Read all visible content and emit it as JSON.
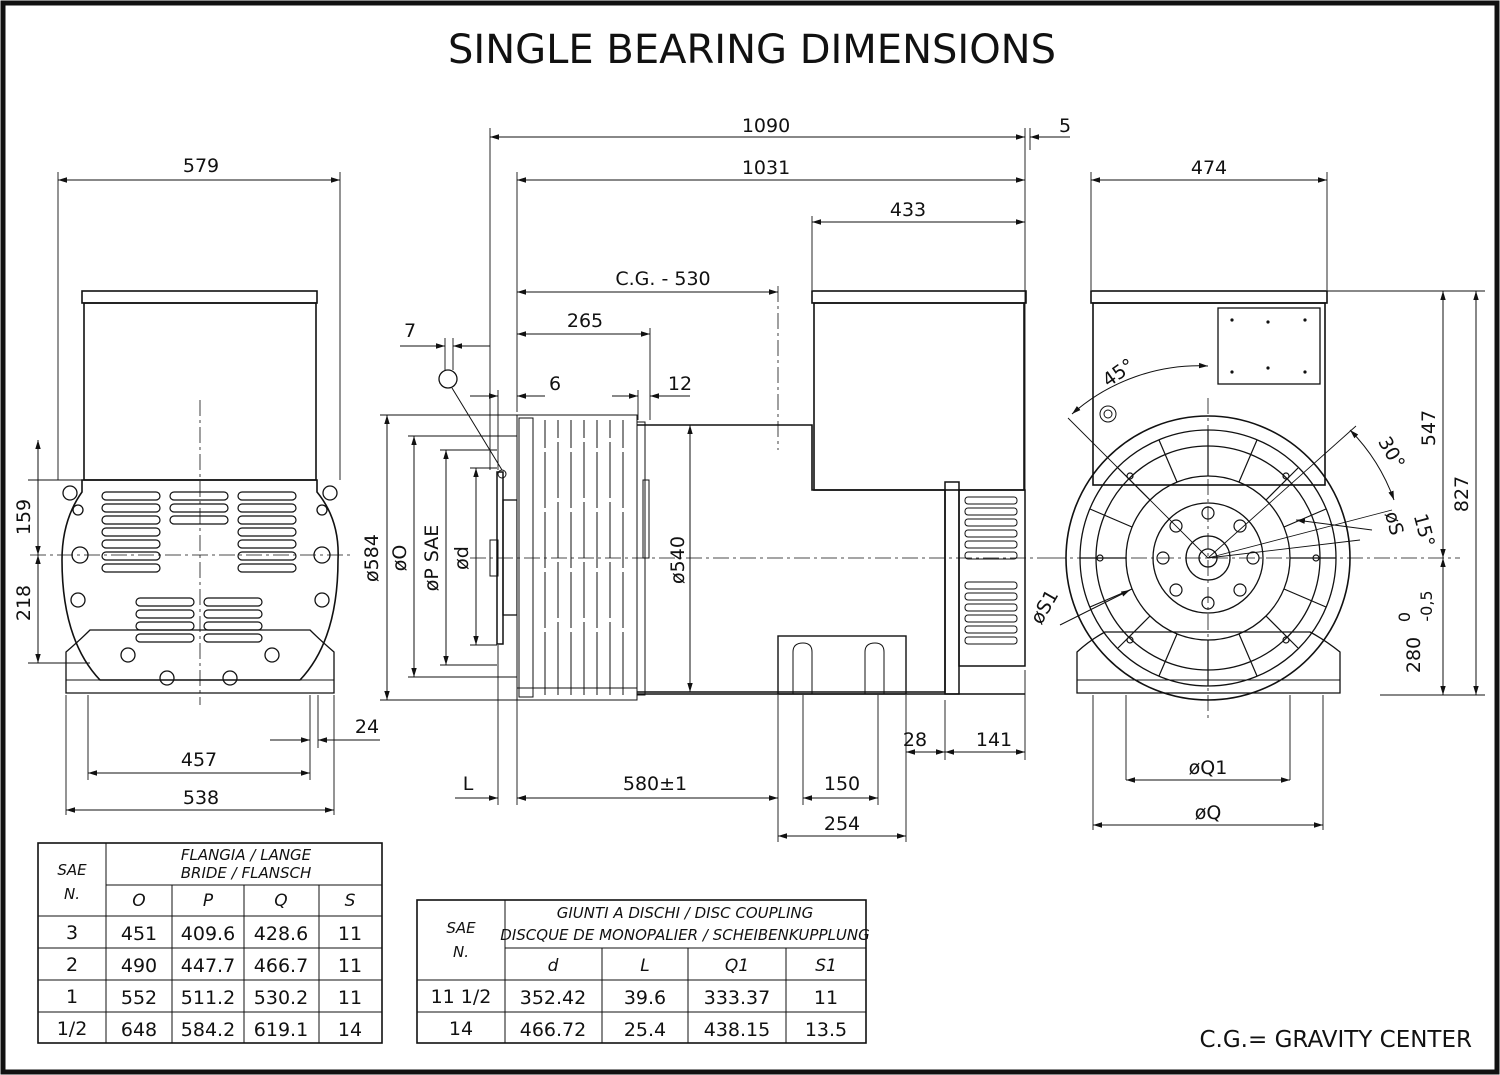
{
  "title": "SINGLE BEARING DIMENSIONS",
  "footnote": "C.G.= GRAVITY CENTER",
  "dimensions": {
    "left_view": {
      "width": "579",
      "upper": "159",
      "lower": "218",
      "foot_span": "457",
      "base_width": "538",
      "foot_hole": "24"
    },
    "side_view": {
      "overall": "1090",
      "end_offset": "5",
      "body_length": "1031",
      "box_length": "433",
      "cg": "C.G. - 530",
      "d265": "265",
      "d7": "7",
      "d6": "6",
      "d12": "12",
      "dia584": "ø584",
      "diaO": "øO",
      "diaP": "øP SAE",
      "diaD": "ød",
      "dia540": "ø540",
      "L": "L",
      "d580": "580±1",
      "d150": "150",
      "d254": "254",
      "d28": "28",
      "d141": "141"
    },
    "right_view": {
      "width": "474",
      "angle45": "45°",
      "angle30": "30°",
      "angle15": "15°",
      "diaS": "øS",
      "diaS1": "øS1",
      "h547": "547",
      "h827": "827",
      "h280": "280",
      "tol_upper": "0",
      "tol_lower": "-0,5",
      "diaQ1": "øQ1",
      "diaQ": "øQ"
    }
  },
  "flange_table": {
    "header_sae": "SAE",
    "header_n": "N.",
    "header_group_line1": "FLANGIA / LANGE",
    "header_group_line2": "BRIDE / FLANSCH",
    "columns": [
      "O",
      "P",
      "Q",
      "S"
    ],
    "rows": [
      {
        "sae": "3",
        "values": [
          "451",
          "409.6",
          "428.6",
          "11"
        ]
      },
      {
        "sae": "2",
        "values": [
          "490",
          "447.7",
          "466.7",
          "11"
        ]
      },
      {
        "sae": "1",
        "values": [
          "552",
          "511.2",
          "530.2",
          "11"
        ]
      },
      {
        "sae": "1/2",
        "values": [
          "648",
          "584.2",
          "619.1",
          "14"
        ]
      }
    ]
  },
  "coupling_table": {
    "header_sae": "SAE",
    "header_n": "N.",
    "header_group_line1": "GIUNTI A DISCHI / DISC COUPLING",
    "header_group_line2": "DISCQUE DE MONOPALIER / SCHEIBENKUPPLUNG",
    "columns": [
      "d",
      "L",
      "Q1",
      "S1"
    ],
    "rows": [
      {
        "sae": "11 1/2",
        "values": [
          "352.42",
          "39.6",
          "333.37",
          "11"
        ]
      },
      {
        "sae": "14",
        "values": [
          "466.72",
          "25.4",
          "438.15",
          "13.5"
        ]
      }
    ]
  }
}
